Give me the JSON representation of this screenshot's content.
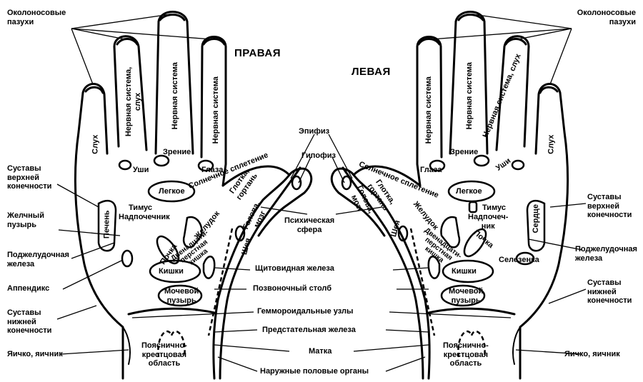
{
  "headings": {
    "right_hand": "ПРАВАЯ",
    "left_hand": "ЛЕВАЯ"
  },
  "colors": {
    "ink": "#000000",
    "paper": "#ffffff"
  },
  "side_labels": {
    "sinuses": "Околоносовые\nпазухи",
    "upper_limb_joints": "Суставы\nверхней\nконечности",
    "gallbladder": "Желчный\nпузырь",
    "pancreas": "Поджелудочная\nжелеза",
    "appendix": "Аппендикс",
    "lower_limb_joints": "Суставы\nнижней\nконечности",
    "testis_ovary": "Яичко, яичник",
    "right_upper_limb_joints": "Суставы\nверхней\nконечности",
    "right_pancreas": "Поджелудочная\nжелеза",
    "right_lower_limb_joints": "Суставы\nнижней\nконечности",
    "right_testis_ovary": "Яичко, яичник",
    "right_sinuses": "Околоносовые\nпазухи"
  },
  "center_labels": {
    "epiphysis": "Эпифиз",
    "pituitary": "Гипофиз",
    "psychic_sphere": "Психическая\nсфера",
    "thyroid": "Щитовидная железа",
    "spine": "Позвоночный столб",
    "hemorrhoidal": "Геммороидальные узлы",
    "prostate": "Предстательная железа",
    "uterus": "Матка",
    "external_genitals": "Наружные половые органы"
  },
  "right_hand": {
    "hearing_finger": "Слух",
    "nerve_hearing": "Нервная система,\nслух",
    "nerve_system": "Нервная система",
    "nerve_system_2": "Нервная система",
    "ears": "Уши",
    "vision": "Зрение",
    "eyes": "Глаза",
    "solar_plexus": "Солнечное сплетение",
    "throat": "Глотка,\nгортань",
    "head_brain": "Голова,\nмозг",
    "lung": "Легкое",
    "thymus": "Тимус",
    "adrenal": "Надпочечник",
    "liver": "Печень",
    "stomach": "Желудок",
    "kidney": "Почка",
    "duodenum": "Двенадцати-\nперстная\nкишка",
    "neck": "Шея",
    "intestines": "Кишки",
    "bladder": "Мочевой\nпузырь",
    "lumbosacral": "Пояснично-\nкрестцовая\nобласть"
  },
  "left_hand": {
    "hearing_finger": "Слух",
    "nerve_hearing": "Нервная система, слух",
    "nerve_system": "Нервная система",
    "nerve_system_2": "Нервная система",
    "ears": "Уши",
    "vision": "Зрение",
    "eyes": "Глаза",
    "solar_plexus": "Солнечное сплетение",
    "throat": "Глотка,\nгортань",
    "head_brain": "Голова,\nмозг",
    "lung": "Легкое",
    "thymus": "Тимус",
    "adrenal": "Надпочеч-\nник",
    "heart": "Сердце",
    "stomach": "Желудок",
    "kidney": "Почка",
    "duodenum": "Двенадцати-\nперстная\nкишка",
    "neck": "Шея",
    "spleen": "Селезенка",
    "intestines": "Кишки",
    "bladder": "Мочевой\nпузырь",
    "lumbosacral": "Пояснично-\nкрестцовая\nобласть"
  }
}
